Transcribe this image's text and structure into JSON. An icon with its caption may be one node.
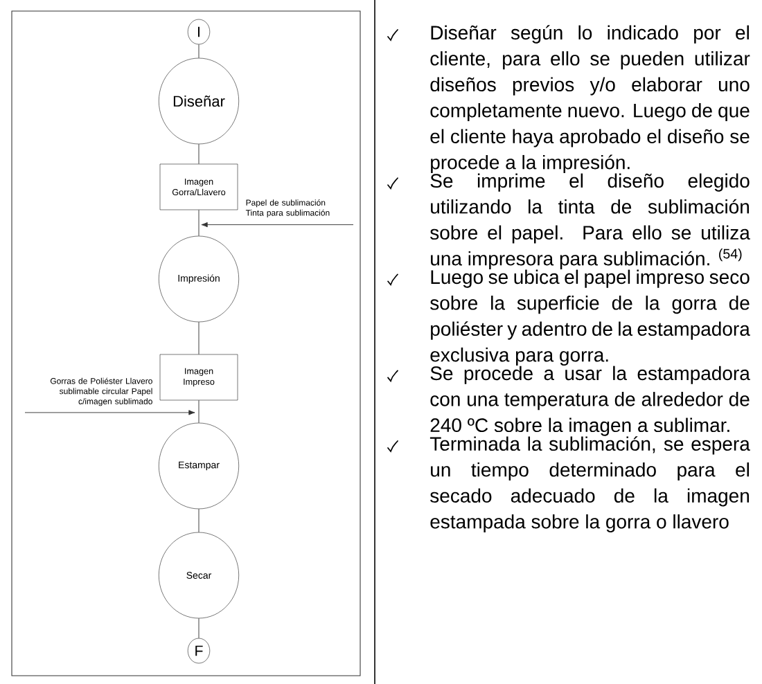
{
  "diagram": {
    "nodes": [
      {
        "text": [
          "I"
        ]
      },
      {
        "text": [
          "Diseñar"
        ]
      },
      {
        "text": [
          "Imagen Gorra/Llavero"
        ]
      },
      {
        "text": [
          "Impresión"
        ]
      },
      {
        "text": [
          "Imagen Impreso"
        ]
      },
      {
        "text": [
          "Estampar"
        ]
      },
      {
        "text": [
          "Secar"
        ]
      },
      {
        "text": [
          "F"
        ]
      },
      {
        "text": [
          "Papel de sublimación Tinta para sublimación"
        ]
      },
      {
        "text": [
          "Gorras de Poliéster Llavero sublimable circular Papel c/imagen sublimado"
        ]
      }
    ],
    "edges": [
      {
        "from": 0,
        "to": 1,
        "arrow": "none"
      },
      {
        "from": 1,
        "to": 2,
        "arrow": "none"
      },
      {
        "from": 2,
        "to": 3,
        "arrow": "none"
      },
      {
        "from": 3,
        "to": 4,
        "arrow": "none"
      },
      {
        "from": 4,
        "to": 5,
        "arrow": "none"
      },
      {
        "from": 5,
        "to": 6,
        "arrow": "none"
      },
      {
        "from": 6,
        "to": 7,
        "arrow": "none"
      },
      {
        "from": 8,
        "to": 3,
        "arrow": "to"
      },
      {
        "from": 9,
        "to": 5,
        "arrow": "to"
      }
    ],
    "labels": [
      "Diseñar según lo indicado por el cliente, para ello se pueden utilizar diseños previos y/o elaborar uno completamente nuevo. Luego de que el cliente haya aprobado el diseño se procede a la impresión.",
      "Se imprime el diseño elegido utilizando la tinta de sublimación sobre el papel. Para ello se utiliza una impresora para sublimación. $^{(54)}$",
      "Luego se ubica el papel impreso seco sobre la superficie de la gorra de poliéster y adentro de la estampadora exclusiva para gorra.",
      "Se procede a usar la estampadora con una temperatura de alrededor de 240 ºC sobre la imagen a sublimar.",
      "Terminada la sublimación, se espera un tiempo determinado para el secado adecuado de la imagen estampada sobre la gorra o llavero"
    ]
  }
}
